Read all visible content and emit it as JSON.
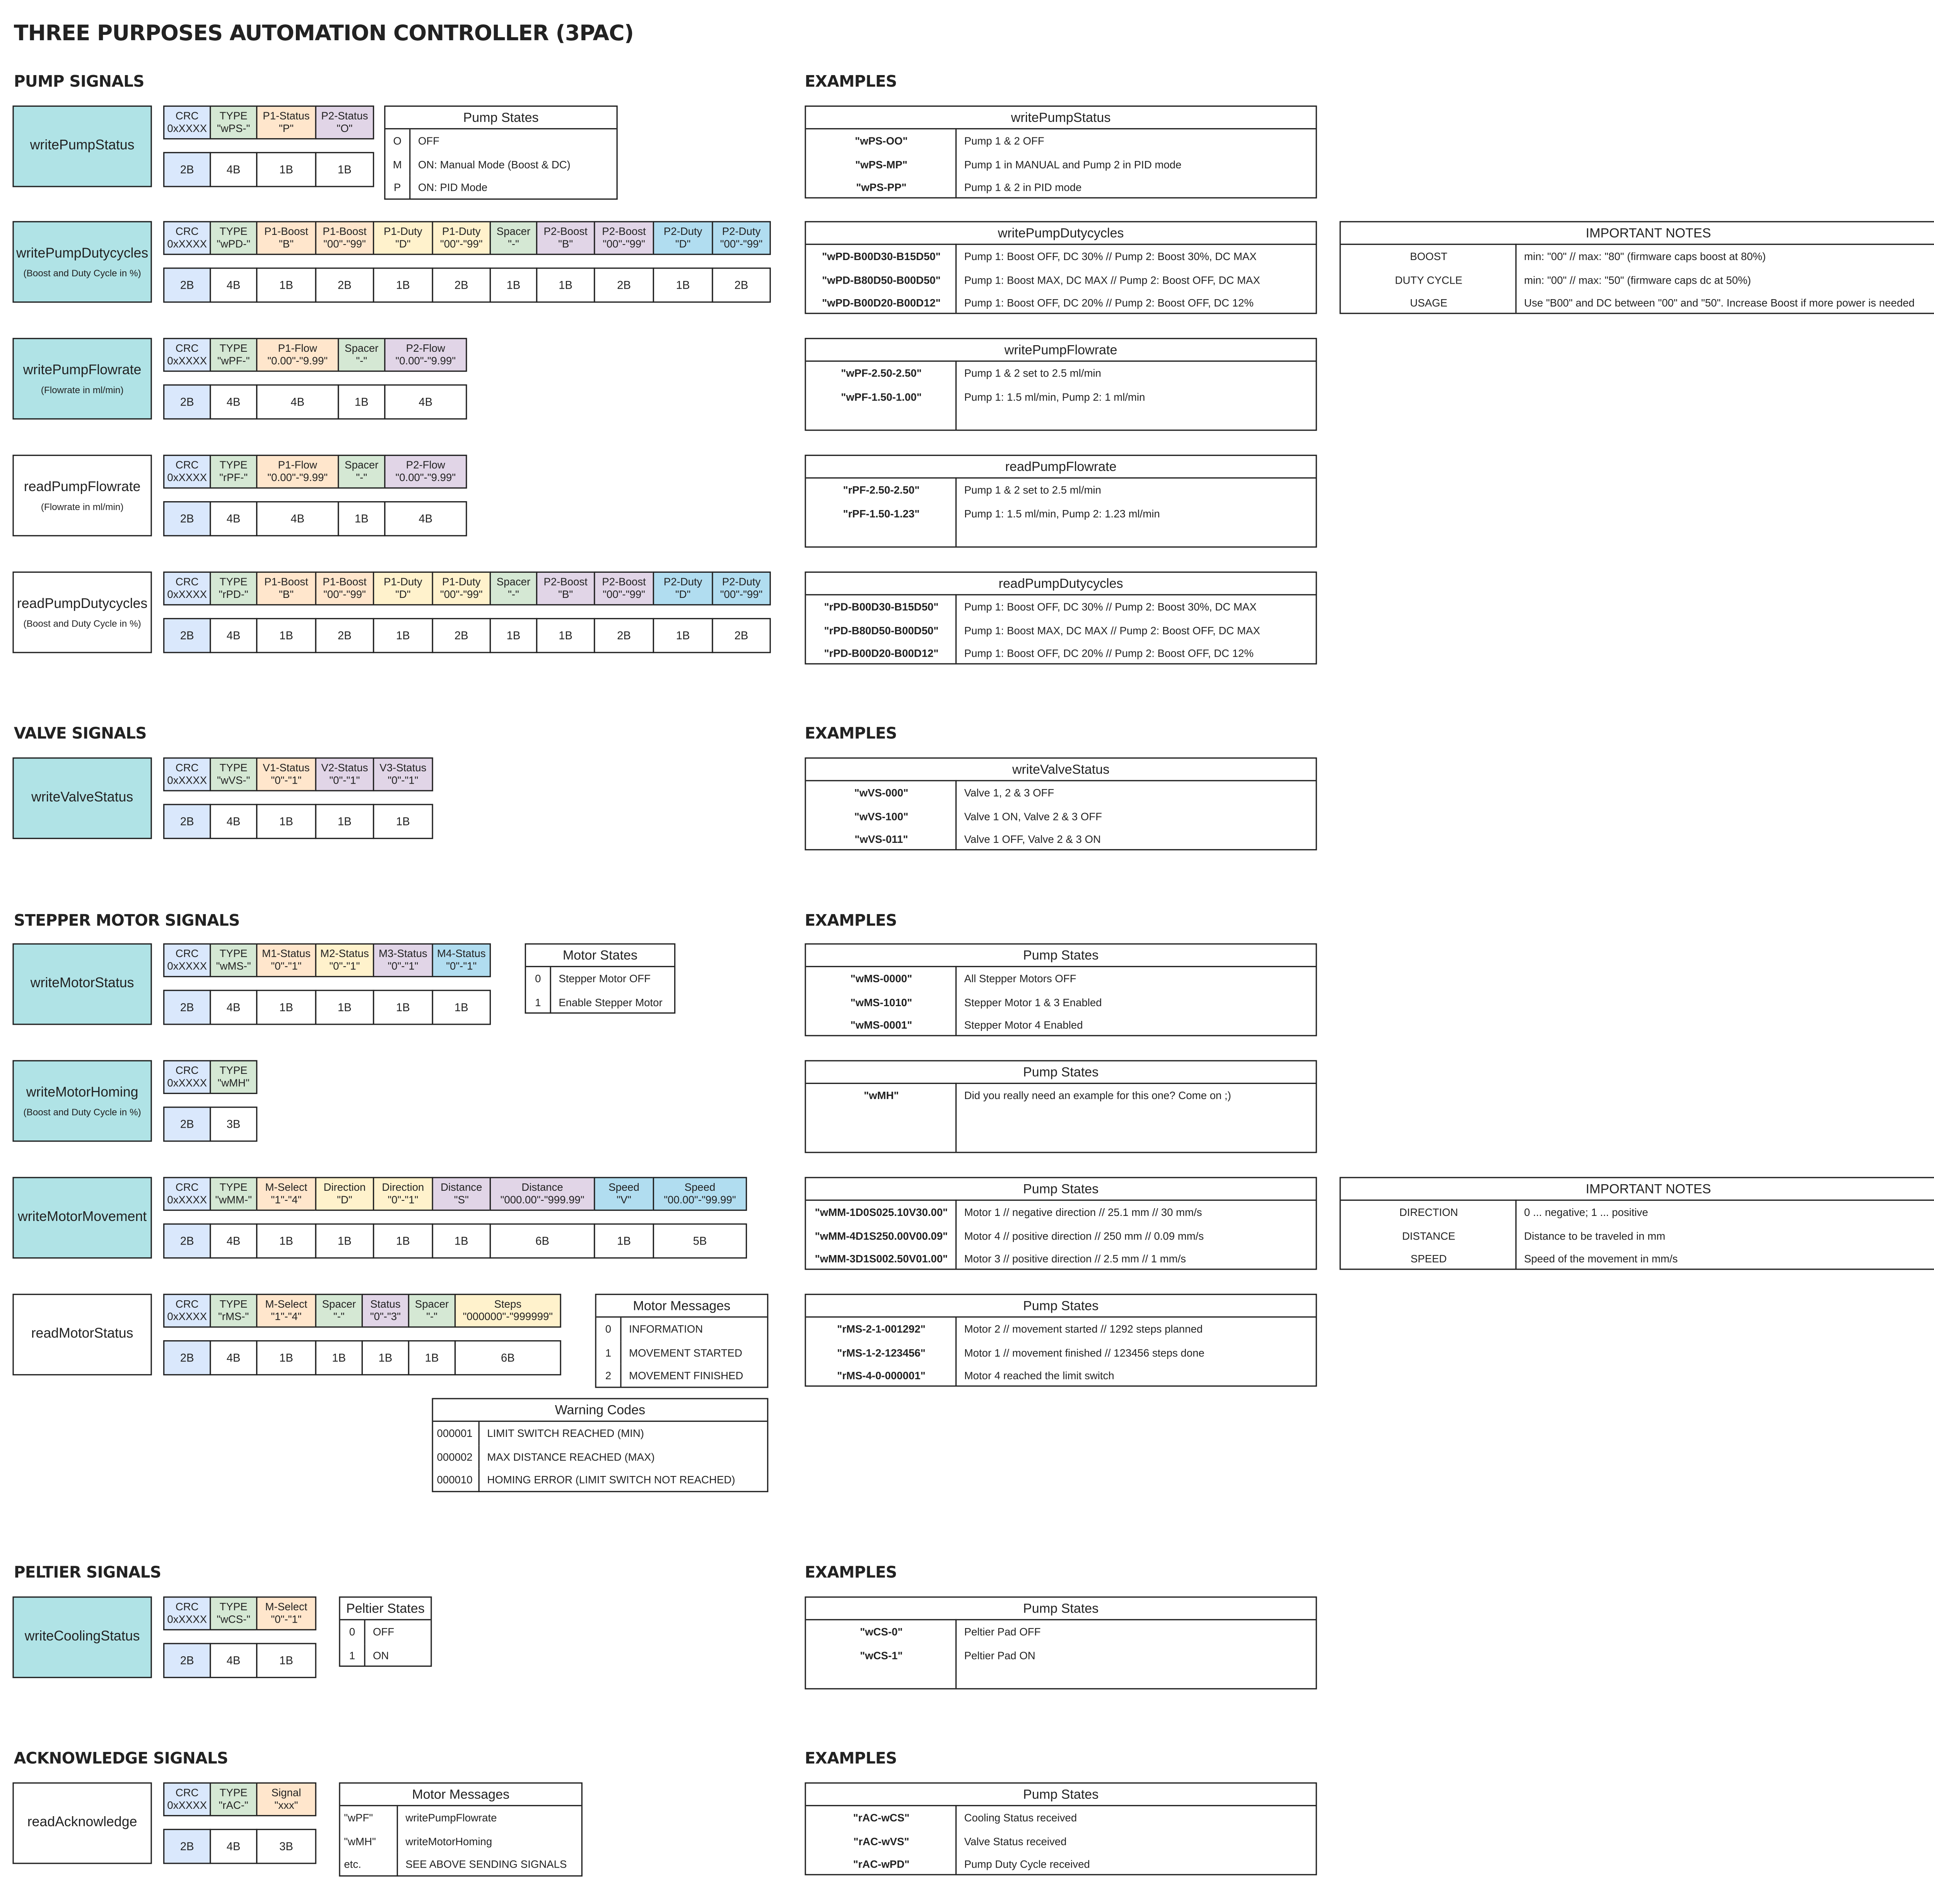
{
  "title": "THREE PURPOSES AUTOMATION CONTROLLER (3PAC)",
  "sections": {
    "pump": "PUMP SIGNALS",
    "valve": "VALVE SIGNALS",
    "stepper": "STEPPER MOTOR SIGNALS",
    "peltier": "PELTIER SIGNALS",
    "ack": "ACKNOWLEDGE SIGNALS"
  },
  "examples_label": "EXAMPLES",
  "colors": {
    "teal": "#b0e3e6",
    "blue": "#dae8fc",
    "green": "#d5e8d4",
    "orange": "#ffe6cc",
    "yellow": "#fff2cc",
    "purple": "#e1d5e7",
    "sky": "#b1ddf0"
  },
  "signals": [
    {
      "name": "writePumpStatus",
      "sub": "",
      "teal": true,
      "fields": [
        [
          "CRC",
          "0xXXXX",
          "blue"
        ],
        [
          "TYPE",
          "\"wPS-\"",
          "green"
        ],
        [
          "P1-Status",
          "\"P\"",
          "orange"
        ],
        [
          "P2-Status",
          "\"O\"",
          "purple"
        ]
      ],
      "sizes": [
        "2B",
        "4B",
        "1B",
        "1B"
      ]
    },
    {
      "name": "writePumpDutycycles",
      "sub": "(Boost and Duty Cycle in %)",
      "teal": true,
      "fields": [
        [
          "CRC",
          "0xXXXX",
          "blue"
        ],
        [
          "TYPE",
          "\"wPD-\"",
          "green"
        ],
        [
          "P1-Boost",
          "\"B\"",
          "orange"
        ],
        [
          "P1-Boost",
          "\"00\"-\"99\"",
          "orange"
        ],
        [
          "P1-Duty",
          "\"D\"",
          "yellow"
        ],
        [
          "P1-Duty",
          "\"00\"-\"99\"",
          "yellow"
        ],
        [
          "Spacer",
          "\"-\"",
          "green"
        ],
        [
          "P2-Boost",
          "\"B\"",
          "purple"
        ],
        [
          "P2-Boost",
          "\"00\"-\"99\"",
          "purple"
        ],
        [
          "P2-Duty",
          "\"D\"",
          "sky"
        ],
        [
          "P2-Duty",
          "\"00\"-\"99\"",
          "sky"
        ]
      ],
      "sizes": [
        "2B",
        "4B",
        "1B",
        "2B",
        "1B",
        "2B",
        "1B",
        "1B",
        "2B",
        "1B",
        "2B"
      ]
    },
    {
      "name": "writePumpFlowrate",
      "sub": "(Flowrate in ml/min)",
      "teal": true,
      "fields": [
        [
          "CRC",
          "0xXXXX",
          "blue"
        ],
        [
          "TYPE",
          "\"wPF-\"",
          "green"
        ],
        [
          "P1-Flow",
          "\"0.00\"-\"9.99\"",
          "orange"
        ],
        [
          "Spacer",
          "\"-\"",
          "green"
        ],
        [
          "P2-Flow",
          "\"0.00\"-\"9.99\"",
          "purple"
        ]
      ],
      "sizes": [
        "2B",
        "4B",
        "4B",
        "1B",
        "4B"
      ]
    },
    {
      "name": "readPumpFlowrate",
      "sub": "(Flowrate in ml/min)",
      "teal": false,
      "fields": [
        [
          "CRC",
          "0xXXXX",
          "blue"
        ],
        [
          "TYPE",
          "\"rPF-\"",
          "green"
        ],
        [
          "P1-Flow",
          "\"0.00\"-\"9.99\"",
          "orange"
        ],
        [
          "Spacer",
          "\"-\"",
          "green"
        ],
        [
          "P2-Flow",
          "\"0.00\"-\"9.99\"",
          "purple"
        ]
      ],
      "sizes": [
        "2B",
        "4B",
        "4B",
        "1B",
        "4B"
      ]
    },
    {
      "name": "readPumpDutycycles",
      "sub": "(Boost and Duty Cycle in %)",
      "teal": false,
      "fields": [
        [
          "CRC",
          "0xXXXX",
          "blue"
        ],
        [
          "TYPE",
          "\"rPD-\"",
          "green"
        ],
        [
          "P1-Boost",
          "\"B\"",
          "orange"
        ],
        [
          "P1-Boost",
          "\"00\"-\"99\"",
          "orange"
        ],
        [
          "P1-Duty",
          "\"D\"",
          "yellow"
        ],
        [
          "P1-Duty",
          "\"00\"-\"99\"",
          "yellow"
        ],
        [
          "Spacer",
          "\"-\"",
          "green"
        ],
        [
          "P2-Boost",
          "\"B\"",
          "purple"
        ],
        [
          "P2-Boost",
          "\"00\"-\"99\"",
          "purple"
        ],
        [
          "P2-Duty",
          "\"D\"",
          "sky"
        ],
        [
          "P2-Duty",
          "\"00\"-\"99\"",
          "sky"
        ]
      ],
      "sizes": [
        "2B",
        "4B",
        "1B",
        "2B",
        "1B",
        "2B",
        "1B",
        "1B",
        "2B",
        "1B",
        "2B"
      ]
    },
    {
      "name": "writeValveStatus",
      "sub": "",
      "teal": true,
      "fields": [
        [
          "CRC",
          "0xXXXX",
          "blue"
        ],
        [
          "TYPE",
          "\"wVS-\"",
          "green"
        ],
        [
          "V1-Status",
          "\"0\"-\"1\"",
          "orange"
        ],
        [
          "V2-Status",
          "\"0\"-\"1\"",
          "purple"
        ],
        [
          "V3-Status",
          "\"0\"-\"1\"",
          "purple"
        ]
      ],
      "sizes": [
        "2B",
        "4B",
        "1B",
        "1B",
        "1B"
      ]
    },
    {
      "name": "writeMotorStatus",
      "sub": "",
      "teal": true,
      "fields": [
        [
          "CRC",
          "0xXXXX",
          "blue"
        ],
        [
          "TYPE",
          "\"wMS-\"",
          "green"
        ],
        [
          "M1-Status",
          "\"0\"-\"1\"",
          "orange"
        ],
        [
          "M2-Status",
          "\"0\"-\"1\"",
          "yellow"
        ],
        [
          "M3-Status",
          "\"0\"-\"1\"",
          "purple"
        ],
        [
          "M4-Status",
          "\"0\"-\"1\"",
          "sky"
        ]
      ],
      "sizes": [
        "2B",
        "4B",
        "1B",
        "1B",
        "1B",
        "1B"
      ]
    },
    {
      "name": "writeMotorHoming",
      "sub": "(Boost and Duty Cycle in %)",
      "teal": true,
      "fields": [
        [
          "CRC",
          "0xXXXX",
          "blue"
        ],
        [
          "TYPE",
          "\"wMH\"",
          "green"
        ]
      ],
      "sizes": [
        "2B",
        "3B"
      ]
    },
    {
      "name": "writeMotorMovement",
      "sub": "",
      "teal": true,
      "fields": [
        [
          "CRC",
          "0xXXXX",
          "blue"
        ],
        [
          "TYPE",
          "\"wMM-\"",
          "green"
        ],
        [
          "M-Select",
          "\"1\"-\"4\"",
          "orange"
        ],
        [
          "Direction",
          "\"D\"",
          "yellow"
        ],
        [
          "Direction",
          "\"0\"-\"1\"",
          "yellow"
        ],
        [
          "Distance",
          "\"S\"",
          "purple"
        ],
        [
          "Distance",
          "\"000.00\"-\"999.99\"",
          "purple"
        ],
        [
          "Speed",
          "\"V\"",
          "sky"
        ],
        [
          "Speed",
          "\"00.00\"-\"99.99\"",
          "sky"
        ]
      ],
      "sizes": [
        "2B",
        "4B",
        "1B",
        "1B",
        "1B",
        "1B",
        "6B",
        "1B",
        "5B"
      ]
    },
    {
      "name": "readMotorStatus",
      "sub": "",
      "teal": false,
      "fields": [
        [
          "CRC",
          "0xXXXX",
          "blue"
        ],
        [
          "TYPE",
          "\"rMS-\"",
          "green"
        ],
        [
          "M-Select",
          "\"1\"-\"4\"",
          "orange"
        ],
        [
          "Spacer",
          "\"-\"",
          "green"
        ],
        [
          "Status",
          "\"0\"-\"3\"",
          "purple"
        ],
        [
          "Spacer",
          "\"-\"",
          "green"
        ],
        [
          "Steps",
          "\"000000\"-\"999999\"",
          "yellow"
        ]
      ],
      "sizes": [
        "2B",
        "4B",
        "1B",
        "1B",
        "1B",
        "1B",
        "6B"
      ]
    },
    {
      "name": "writeCoolingStatus",
      "sub": "",
      "teal": true,
      "fields": [
        [
          "CRC",
          "0xXXXX",
          "blue"
        ],
        [
          "TYPE",
          "\"wCS-\"",
          "green"
        ],
        [
          "M-Select",
          "\"0\"-\"1\"",
          "orange"
        ]
      ],
      "sizes": [
        "2B",
        "4B",
        "1B"
      ]
    },
    {
      "name": "readAcknowledge",
      "sub": "",
      "teal": false,
      "fields": [
        [
          "CRC",
          "0xXXXX",
          "blue"
        ],
        [
          "TYPE",
          "\"rAC-\"",
          "green"
        ],
        [
          "Signal",
          "\"xxx\"",
          "orange"
        ]
      ],
      "sizes": [
        "2B",
        "4B",
        "3B"
      ]
    }
  ],
  "legends": [
    {
      "title": "Pump States",
      "rows": [
        [
          "O",
          "OFF"
        ],
        [
          "M",
          "ON: Manual Mode (Boost & DC)"
        ],
        [
          "P",
          "ON: PID Mode"
        ]
      ]
    },
    {
      "title": "Motor States",
      "rows": [
        [
          "0",
          "Stepper Motor OFF"
        ],
        [
          "1",
          "Enable Stepper Motor"
        ]
      ]
    },
    {
      "title": "Motor Messages",
      "rows": [
        [
          "0",
          "INFORMATION"
        ],
        [
          "1",
          "MOVEMENT STARTED"
        ],
        [
          "2",
          "MOVEMENT FINISHED"
        ]
      ]
    },
    {
      "title": "Warning Codes",
      "rows": [
        [
          "000001",
          "LIMIT SWITCH REACHED (MIN)"
        ],
        [
          "000002",
          "MAX DISTANCE REACHED (MAX)"
        ],
        [
          "000010",
          "HOMING ERROR (LIMIT SWITCH NOT REACHED)"
        ]
      ]
    },
    {
      "title": "Peltier States",
      "rows": [
        [
          "0",
          "OFF"
        ],
        [
          "1",
          "ON"
        ]
      ]
    },
    {
      "title": "Motor Messages",
      "rows": [
        [
          "\"wPF\"",
          "writePumpFlowrate"
        ],
        [
          "\"wMH\"",
          "writeMotorHoming"
        ],
        [
          "etc.",
          "SEE ABOVE SENDING SIGNALS"
        ]
      ]
    }
  ],
  "examples": [
    {
      "title": "writePumpStatus",
      "rows": [
        [
          "\"wPS-OO\"",
          "Pump 1 & 2 OFF"
        ],
        [
          "\"wPS-MP\"",
          "Pump 1 in MANUAL and Pump 2 in PID mode"
        ],
        [
          "\"wPS-PP\"",
          "Pump 1 & 2 in PID mode"
        ]
      ]
    },
    {
      "title": "writePumpDutycycles",
      "rows": [
        [
          "\"wPD-B00D30-B15D50\"",
          "Pump 1: Boost OFF, DC 30% // Pump 2: Boost 30%, DC MAX"
        ],
        [
          "\"wPD-B80D50-B00D50\"",
          "Pump 1: Boost MAX, DC MAX // Pump 2: Boost OFF, DC MAX"
        ],
        [
          "\"wPD-B00D20-B00D12\"",
          "Pump 1: Boost OFF, DC 20% // Pump 2: Boost OFF, DC 12%"
        ]
      ]
    },
    {
      "title": "writePumpFlowrate",
      "rows": [
        [
          "\"wPF-2.50-2.50\"",
          "Pump 1 & 2 set to 2.5 ml/min"
        ],
        [
          "\"wPF-1.50-1.00\"",
          "Pump 1: 1.5 ml/min, Pump 2: 1 ml/min"
        ]
      ]
    },
    {
      "title": "readPumpFlowrate",
      "rows": [
        [
          "\"rPF-2.50-2.50\"",
          "Pump 1 & 2 set to 2.5 ml/min"
        ],
        [
          "\"rPF-1.50-1.23\"",
          "Pump 1: 1.5 ml/min, Pump 2: 1.23 ml/min"
        ]
      ]
    },
    {
      "title": "readPumpDutycycles",
      "rows": [
        [
          "\"rPD-B00D30-B15D50\"",
          "Pump 1: Boost OFF, DC 30% // Pump 2: Boost 30%, DC MAX"
        ],
        [
          "\"rPD-B80D50-B00D50\"",
          "Pump 1: Boost MAX, DC MAX // Pump 2: Boost OFF, DC MAX"
        ],
        [
          "\"rPD-B00D20-B00D12\"",
          "Pump 1: Boost OFF, DC 20% // Pump 2: Boost OFF, DC 12%"
        ]
      ]
    },
    {
      "title": "writeValveStatus",
      "rows": [
        [
          "\"wVS-000\"",
          "Valve 1, 2 & 3 OFF"
        ],
        [
          "\"wVS-100\"",
          "Valve 1 ON, Valve 2 & 3 OFF"
        ],
        [
          "\"wVS-011\"",
          "Valve 1 OFF, Valve 2 & 3 ON"
        ]
      ]
    },
    {
      "title": "Pump States",
      "rows": [
        [
          "\"wMS-0000\"",
          "All Stepper Motors OFF"
        ],
        [
          "\"wMS-1010\"",
          "Stepper Motor 1 & 3 Enabled"
        ],
        [
          "\"wMS-0001\"",
          "Stepper Motor 4 Enabled"
        ]
      ]
    },
    {
      "title": "Pump States",
      "rows": [
        [
          "\"wMH\"",
          "Did you really need an example for this one? Come on ;)"
        ]
      ]
    },
    {
      "title": "Pump States",
      "rows": [
        [
          "\"wMM-1D0S025.10V30.00\"",
          "Motor 1 // negative direction // 25.1 mm // 30 mm/s"
        ],
        [
          "\"wMM-4D1S250.00V00.09\"",
          "Motor 4 // positive direction // 250 mm // 0.09 mm/s"
        ],
        [
          "\"wMM-3D1S002.50V01.00\"",
          "Motor 3 // positive direction // 2.5 mm // 1 mm/s"
        ]
      ]
    },
    {
      "title": "Pump States",
      "rows": [
        [
          "\"rMS-2-1-001292\"",
          "Motor 2 // movement started // 1292 steps planned"
        ],
        [
          "\"rMS-1-2-123456\"",
          "Motor 1 // movement finished // 123456 steps done"
        ],
        [
          "\"rMS-4-0-000001\"",
          "Motor 4 reached the limit switch"
        ]
      ]
    },
    {
      "title": "Pump States",
      "rows": [
        [
          "\"wCS-0\"",
          "Peltier Pad OFF"
        ],
        [
          "\"wCS-1\"",
          "Peltier Pad ON"
        ]
      ]
    },
    {
      "title": "Pump States",
      "rows": [
        [
          "\"rAC-wCS\"",
          "Cooling Status received"
        ],
        [
          "\"rAC-wVS\"",
          "Valve Status received"
        ],
        [
          "\"rAC-wPD\"",
          "Pump Duty Cycle received"
        ]
      ]
    }
  ],
  "notes": [
    {
      "title": "IMPORTANT NOTES",
      "rows": [
        [
          "BOOST",
          "min: \"00\" // max: \"80\"      (firmware caps boost at 80%)"
        ],
        [
          "DUTY CYCLE",
          "min: \"00\" // max: \"50\"      (firmware caps dc at 50%)"
        ],
        [
          "USAGE",
          "Use \"B00\" and DC between \"00\" and \"50\". Increase Boost if more power is needed"
        ]
      ]
    },
    {
      "title": "IMPORTANT NOTES",
      "rows": [
        [
          "DIRECTION",
          "0 ... negative; 1 ... positive"
        ],
        [
          "DISTANCE",
          "Distance to be traveled in mm"
        ],
        [
          "SPEED",
          "Speed of the movement in mm/s"
        ]
      ]
    }
  ]
}
